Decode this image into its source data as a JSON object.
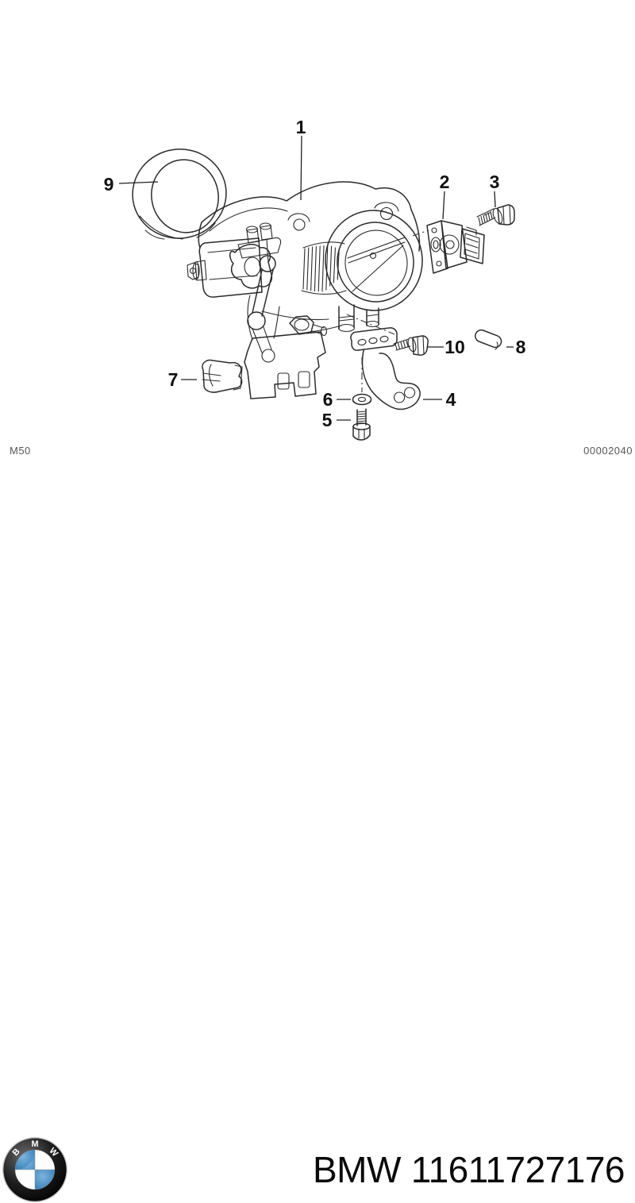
{
  "diagram": {
    "callouts": [
      "1",
      "2",
      "3",
      "4",
      "5",
      "6",
      "7",
      "8",
      "9",
      "10"
    ],
    "model_code": "M50",
    "drawing_number": "00002040"
  },
  "footer": {
    "brand": "BMW",
    "part_number": "11611727176",
    "logo": {
      "letters": [
        "B",
        "M",
        "W"
      ]
    }
  },
  "colors": {
    "line": "#2b2b2b",
    "label": "#111111",
    "code_text": "#575757",
    "logo_blue": "#4a8fc7",
    "background": "#ffffff"
  }
}
